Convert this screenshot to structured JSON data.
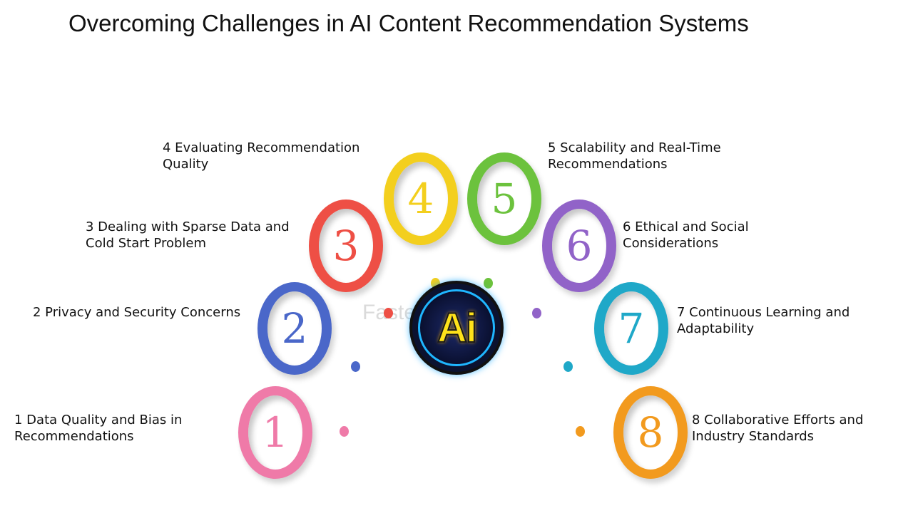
{
  "title": "Overcoming Challenges in AI Content Recommendation Systems",
  "center": {
    "logo_text": "Ai",
    "watermark": "FasterCapital"
  },
  "items": [
    {
      "number": "1",
      "color": "#ef7aa8",
      "lines": [
        "1 Data Quality and Bias in",
        "Recommendations"
      ]
    },
    {
      "number": "2",
      "color": "#4a67c9",
      "lines": [
        "2 Privacy and Security Concerns"
      ]
    },
    {
      "number": "3",
      "color": "#ee4f45",
      "lines": [
        "3 Dealing with Sparse Data and",
        "Cold Start Problem"
      ]
    },
    {
      "number": "4",
      "color": "#f3cf1e",
      "lines": [
        "4 Evaluating Recommendation",
        "Quality"
      ]
    },
    {
      "number": "5",
      "color": "#6cc23d",
      "lines": [
        "5 Scalability and Real-Time",
        "Recommendations"
      ]
    },
    {
      "number": "6",
      "color": "#9163c8",
      "lines": [
        "6 Ethical and Social",
        "Considerations"
      ]
    },
    {
      "number": "7",
      "color": "#1fa8c8",
      "lines": [
        "7 Continuous Learning and",
        "Adaptability"
      ]
    },
    {
      "number": "8",
      "color": "#f29a1e",
      "lines": [
        "8 Collaborative Efforts and",
        "Industry Standards"
      ]
    }
  ]
}
